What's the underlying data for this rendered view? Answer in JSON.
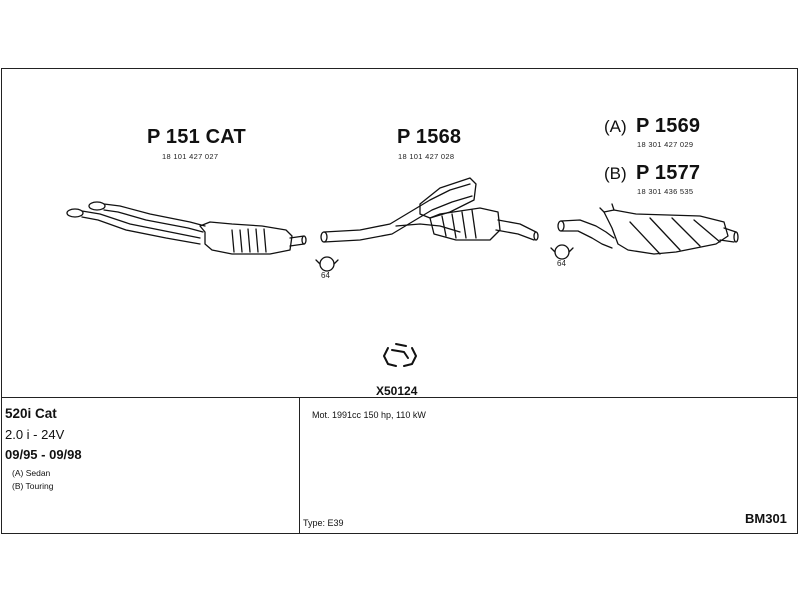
{
  "parts": {
    "front": {
      "number": "P 151 CAT",
      "oem": "18 101 427 027"
    },
    "middle": {
      "number": "P 1568",
      "oem": "18 101 427 028"
    },
    "rear_a": {
      "variant": "(A)",
      "number": "P 1569",
      "oem": "18 301 427 029"
    },
    "rear_b": {
      "variant": "(B)",
      "number": "P 1577",
      "oem": "18 301 436 535"
    }
  },
  "clamp_left": "64",
  "clamp_right": "64",
  "kit": "X50124",
  "vehicle": {
    "model": "520i Cat",
    "engine": "2.0 i - 24V",
    "years": "09/95 - 09/98",
    "body_a": "(A) Sedan",
    "body_b": "(B) Touring"
  },
  "motor": "Mot. 1991cc 150 hp, 110 kW",
  "type_label": "Type:",
  "type_value": "E39",
  "code": "BM301"
}
